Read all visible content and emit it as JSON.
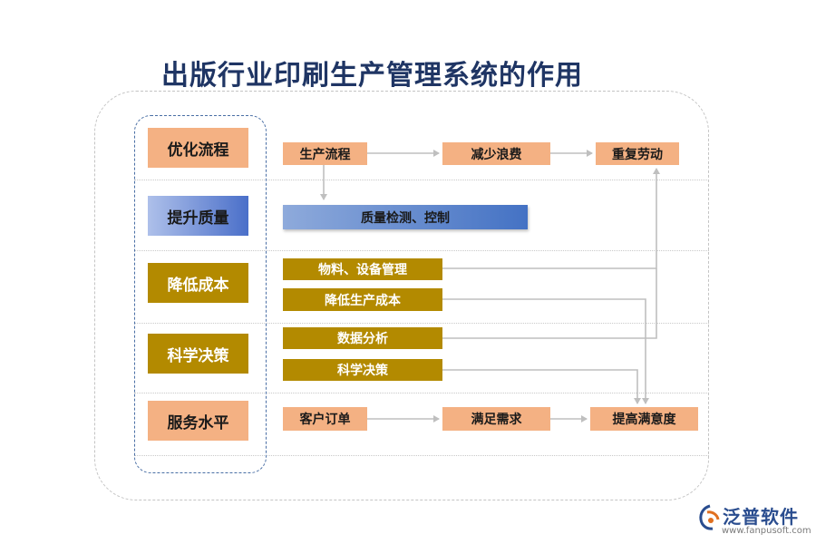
{
  "title": "出版行业印刷生产管理系统的作用",
  "categories": [
    {
      "label": "优化流程"
    },
    {
      "label": "提升质量"
    },
    {
      "label": "降低成本"
    },
    {
      "label": "科学决策"
    },
    {
      "label": "服务水平"
    }
  ],
  "nodes": {
    "production_flow": "生产流程",
    "reduce_waste": "减少浪费",
    "repeat_labor": "重复劳动",
    "quality_control": "质量检测、控制",
    "material_equipment": "物料、设备管理",
    "reduce_cost": "降低生产成本",
    "data_analysis": "数据分析",
    "scientific_decision": "科学决策",
    "customer_order": "客户订单",
    "meet_demand": "满足需求",
    "improve_satisfaction": "提高满意度"
  },
  "colors": {
    "title": "#1f3564",
    "salmon": "#f4b183",
    "gold": "#b38a00",
    "blue_light": "#8eaadb",
    "blue_dark": "#4472c4",
    "connector": "#bfbfbf"
  },
  "logo": {
    "name": "泛普软件",
    "url": "www.fanpusoft.com",
    "icon": "fanpu-logo-icon"
  }
}
